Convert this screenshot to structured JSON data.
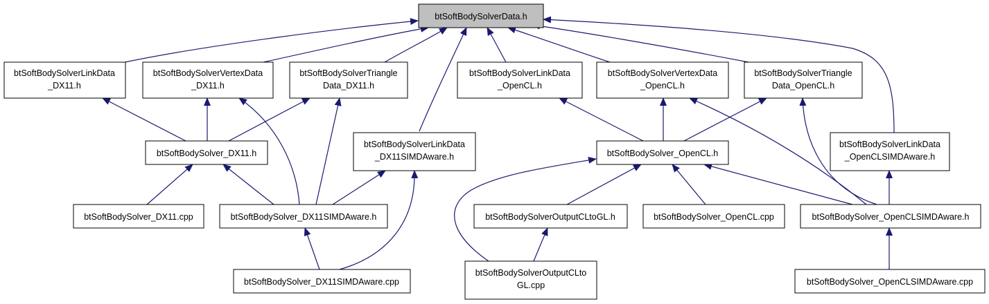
{
  "nodes": {
    "root": "btSoftBodySolverData.h",
    "linkdx11": [
      "btSoftBodySolverLinkData",
      "_DX11.h"
    ],
    "vertdx11": [
      "btSoftBodySolverVertexData",
      "_DX11.h"
    ],
    "tridx11": [
      "btSoftBodySolverTriangle",
      "Data_DX11.h"
    ],
    "linkocl": [
      "btSoftBodySolverLinkData",
      "_OpenCL.h"
    ],
    "vertocl": [
      "btSoftBodySolverVertexData",
      "_OpenCL.h"
    ],
    "triocl": [
      "btSoftBodySolverTriangle",
      "Data_OpenCL.h"
    ],
    "dx11h": "btSoftBodySolver_DX11.h",
    "linkdx11simd": [
      "btSoftBodySolverLinkData",
      "_DX11SIMDAware.h"
    ],
    "oclh": "btSoftBodySolver_OpenCL.h",
    "linkoclsimd": [
      "btSoftBodySolverLinkData",
      "_OpenCLSIMDAware.h"
    ],
    "dx11cpp": "btSoftBodySolver_DX11.cpp",
    "dx11simdh": "btSoftBodySolver_DX11SIMDAware.h",
    "outclh": "btSoftBodySolverOutputCLtoGL.h",
    "oclcpp": "btSoftBodySolver_OpenCL.cpp",
    "oclsimdh": "btSoftBodySolver_OpenCLSIMDAware.h",
    "dx11simdcpp": "btSoftBodySolver_DX11SIMDAware.cpp",
    "outclcpp": [
      "btSoftBodySolverOutputCLto",
      "GL.cpp"
    ],
    "oclsimdcpp": "btSoftBodySolver_OpenCLSIMDAware.cpp"
  },
  "colors": {
    "edge": "#191970",
    "root_fill": "#bfbfbf",
    "node_fill": "#ffffff",
    "node_stroke": "#000000"
  }
}
